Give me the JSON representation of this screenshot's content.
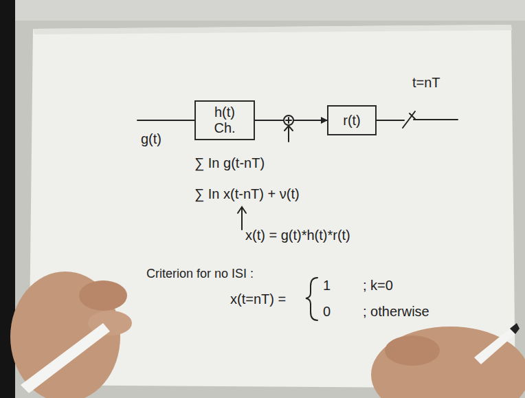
{
  "diagram": {
    "nodes": [
      {
        "text": [
          "h(t)",
          "Ch."
        ]
      },
      {
        "text": [
          "r(t)"
        ]
      }
    ],
    "edges": [
      {
        "from": 0,
        "to": 1,
        "arrow": "to"
      }
    ],
    "labels": [
      "g(t)",
      "t=nT",
      "∑ In g(t-nT)",
      "∑ In x(t-nT) + ν(t)",
      "x(t) = g(t)*h(t)*r(t)",
      "Criterion for no ISI :",
      "x(t=nT) =",
      "1",
      "; k=0",
      "0",
      "; otherwise"
    ]
  }
}
